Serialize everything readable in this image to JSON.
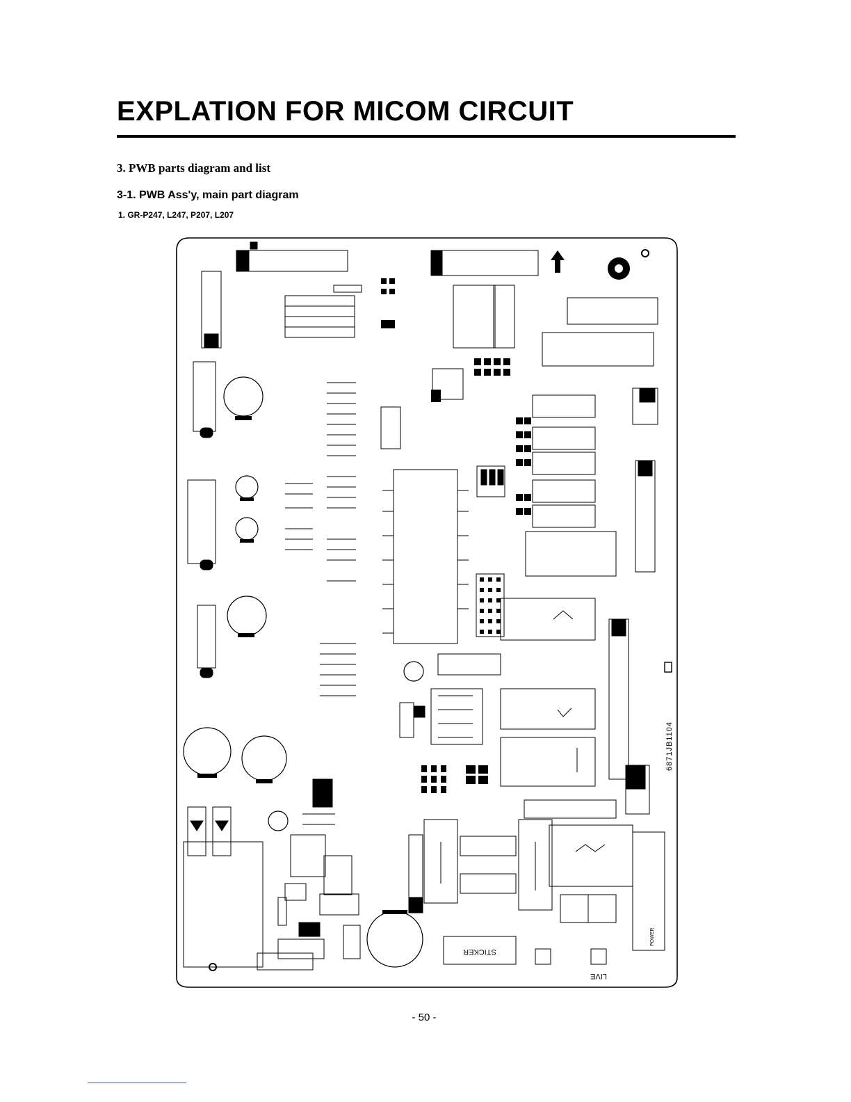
{
  "page": {
    "title": "EXPLATION FOR MICOM CIRCUIT",
    "section": "3. PWB parts diagram and list",
    "subsection": "3-1. PWB Ass'y, main part diagram",
    "models": "1. GR-P247, L247, P207, L207",
    "page_number": "- 50 -"
  },
  "diagram": {
    "board_code": "6871JB1104",
    "labels": {
      "sticker": "STICKER",
      "live": "LIVE",
      "power": "POWER"
    }
  },
  "colors": {
    "ink": "#000000",
    "paper": "#ffffff",
    "footer_rule": "#3a55c8"
  }
}
